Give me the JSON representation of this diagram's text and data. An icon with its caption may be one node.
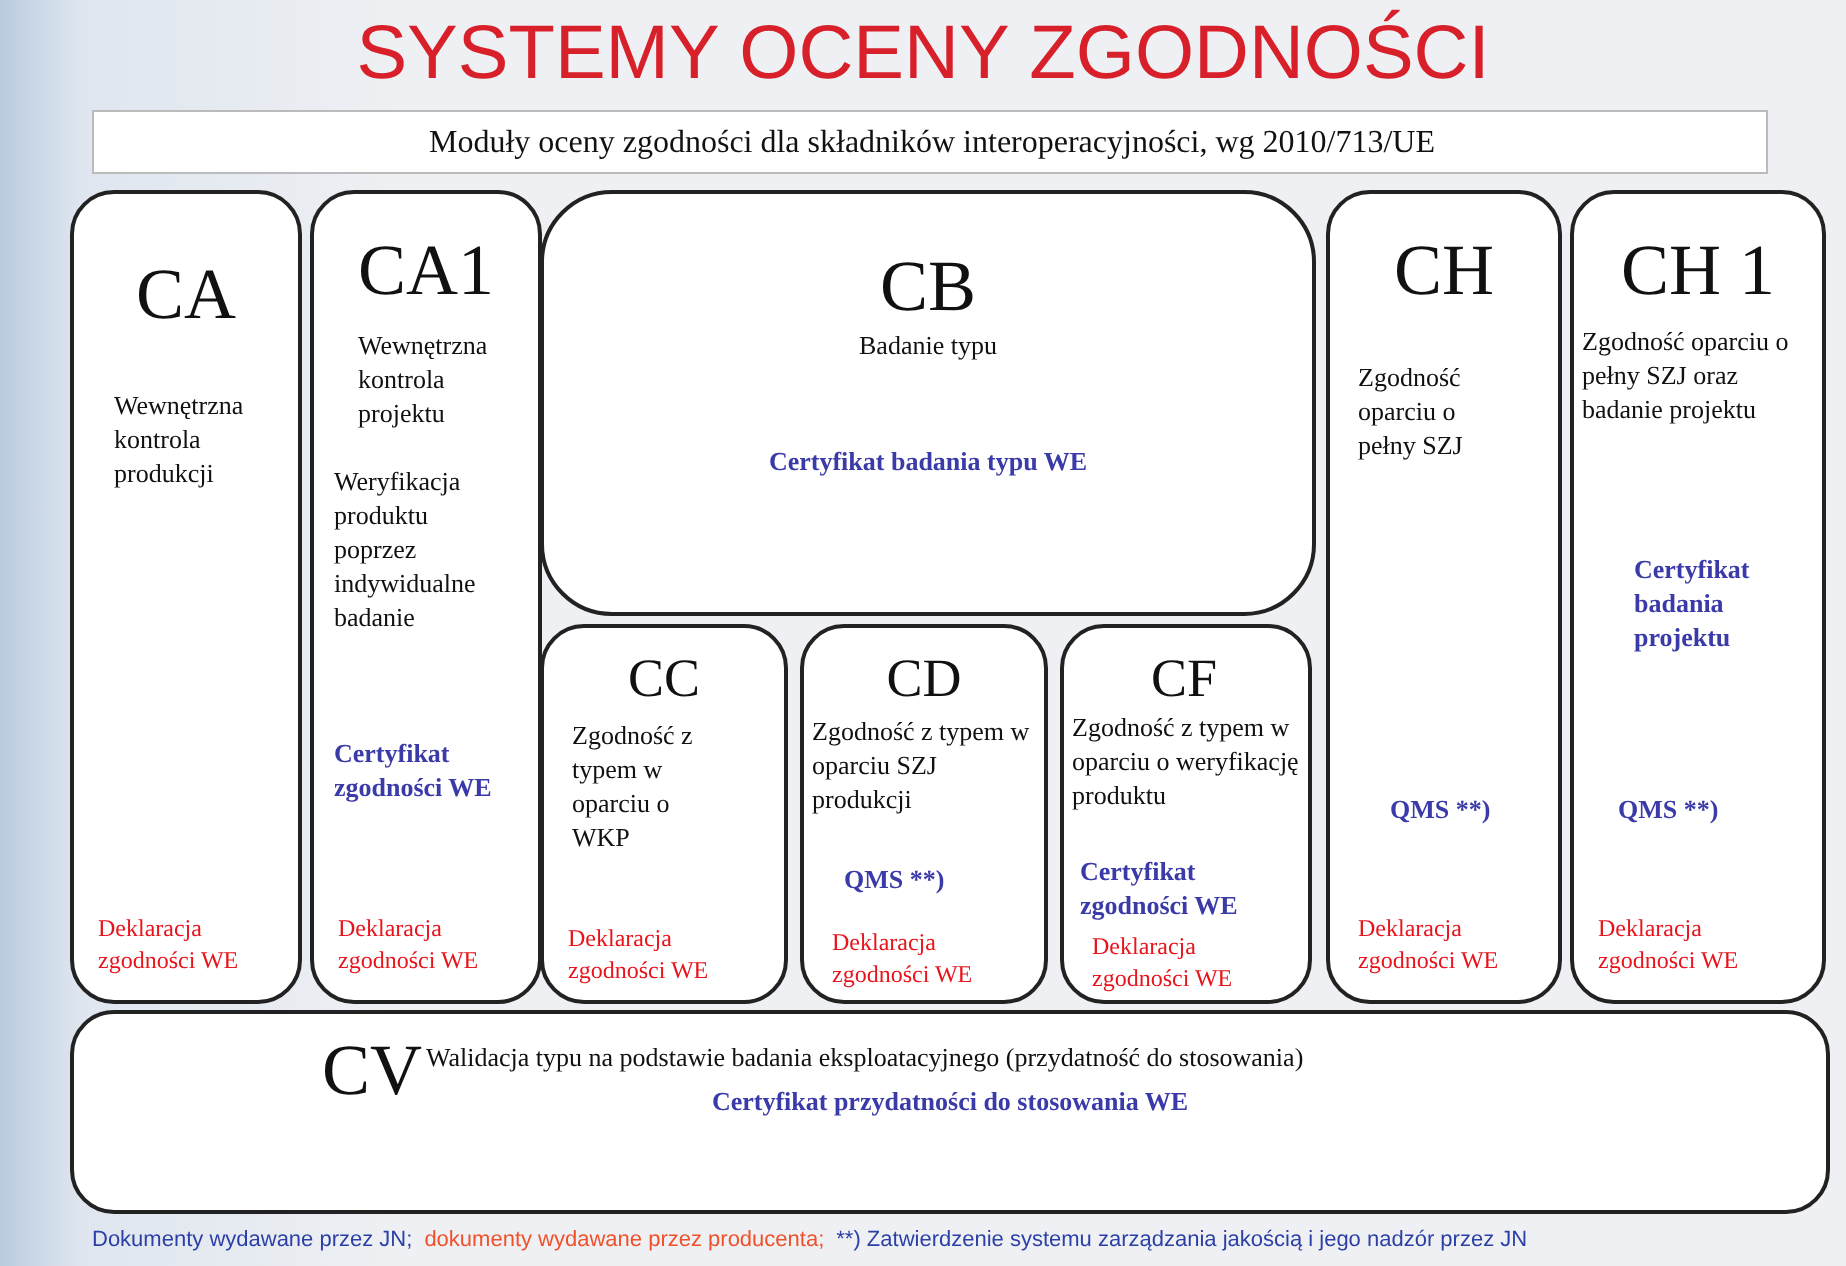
{
  "diagram": {
    "title": "SYSTEMY OCENY ZGODNOŚCI",
    "nodes": [
      {
        "text": [
          "Moduły oceny zgodności dla składników interoperacyjności, wg 2010/713/UE"
        ]
      },
      {
        "text": [
          "CA",
          "Wewnętrzna kontrola produkcji",
          "Deklaracja zgodności WE"
        ]
      },
      {
        "text": [
          "CA1",
          "Wewnętrzna kontrola projektu",
          "Weryfikacja produktu poprzez indywidualne badanie",
          "Certyfikat zgodności WE",
          "Deklaracja zgodności WE"
        ]
      },
      {
        "text": [
          "CB",
          "Badanie typu",
          "Certyfikat badania typu WE"
        ]
      },
      {
        "text": [
          "CC",
          "Zgodność z typem w oparciu o WKP",
          "Deklaracja zgodności WE"
        ]
      },
      {
        "text": [
          "CD",
          "Zgodność z typem w oparciu SZJ produkcji",
          "QMS **)",
          "Deklaracja zgodności WE"
        ]
      },
      {
        "text": [
          "CF",
          "Zgodność z typem w oparciu o weryfikację produktu",
          "Certyfikat zgodności WE",
          "Deklaracja zgodności WE"
        ]
      },
      {
        "text": [
          "CH",
          "Zgodność oparciu o pełny SZJ",
          "QMS **)",
          "Deklaracja zgodności WE"
        ]
      },
      {
        "text": [
          "CH 1",
          "Zgodność oparciu o pełny SZJ oraz badanie projektu",
          "Certyfikat badania projektu",
          "QMS **)",
          "Deklaracja zgodności WE"
        ]
      },
      {
        "text": [
          "CV",
          "Walidacja typu na podstawie badania eksploatacyjnego (przydatność do stosowania)",
          "Certyfikat przydatności do stosowania WE"
        ]
      }
    ],
    "labels": [
      "Dokumenty wydawane przez JN;",
      "dokumenty wydawane przez producenta;",
      "**) Zatwierdzenie systemu zarządzania jakością i jego nadzór przez JN"
    ]
  }
}
